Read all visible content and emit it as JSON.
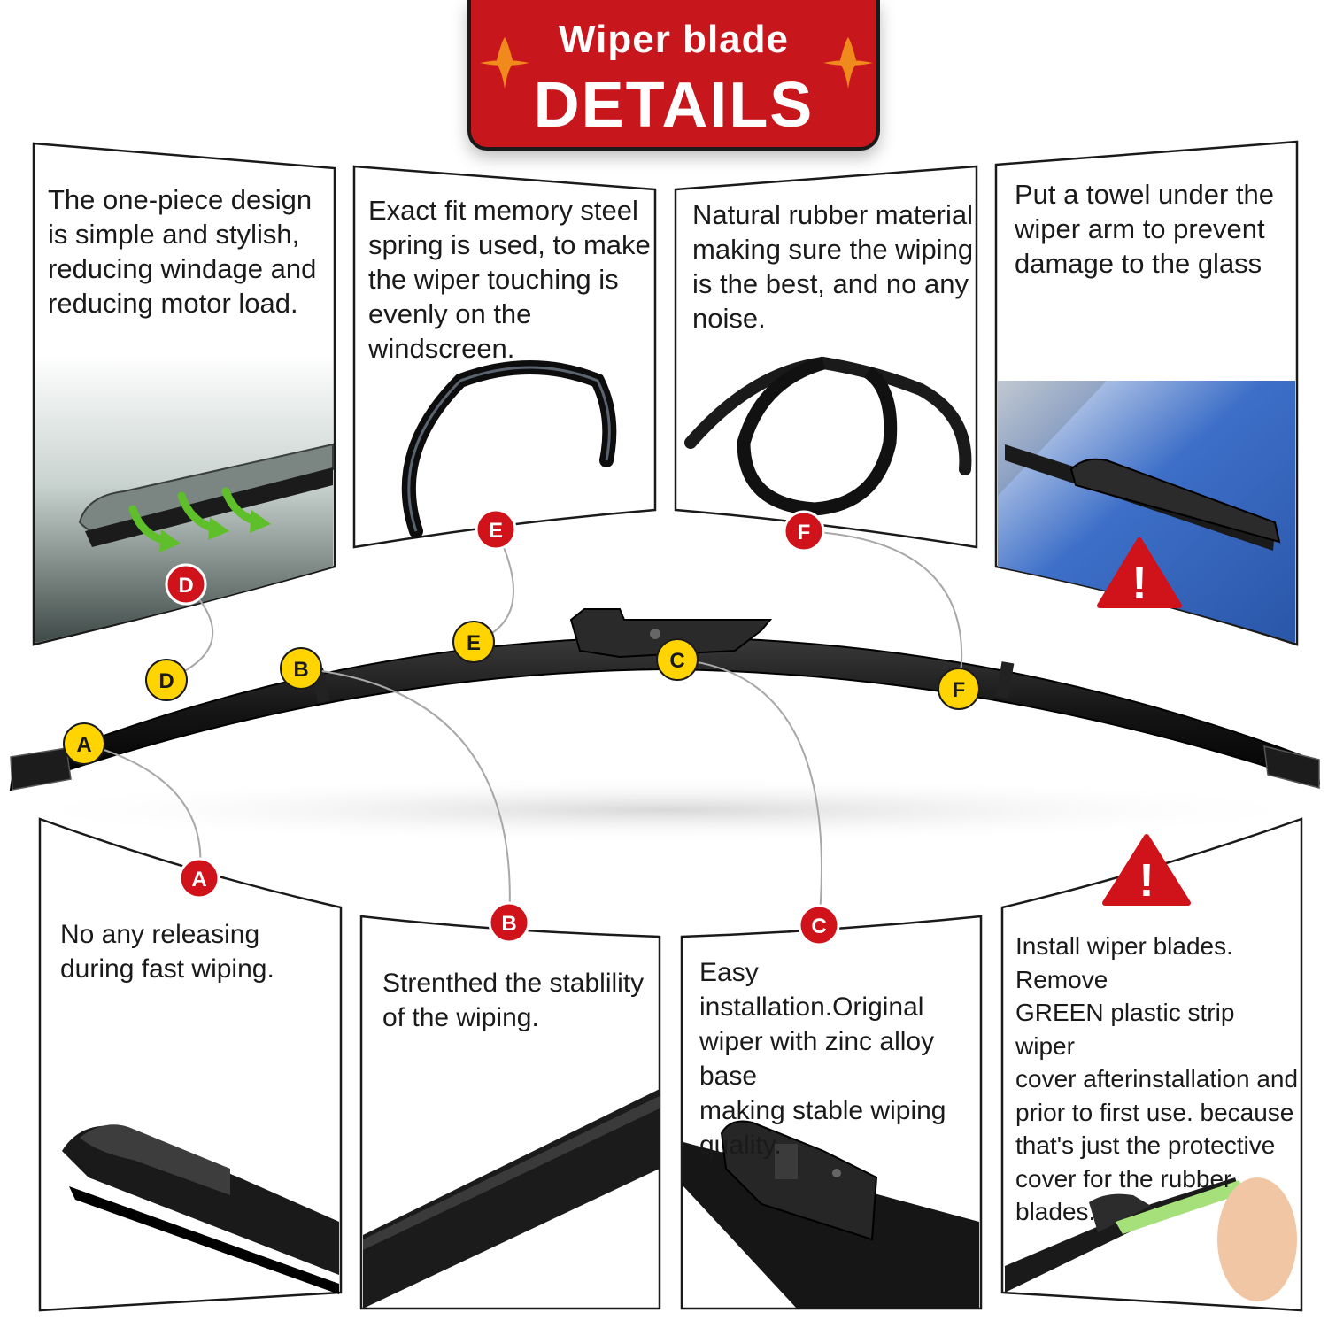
{
  "header": {
    "subtitle": "Wiper blade",
    "title": "DETAILS"
  },
  "panels": {
    "top": [
      {
        "id": "D",
        "text": "The one-piece design\nis simple and stylish,\nreducing windage and\nreducing motor load."
      },
      {
        "id": "E",
        "text": "Exact fit memory  steel\nspring is used, to make\nthe wiper touching is\nevenly on the windscreen."
      },
      {
        "id": "F",
        "text": "Natural rubber material\nmaking sure the wiping\nis the best, and no any\nnoise."
      },
      {
        "id": "warning-top",
        "text": "Put a towel under the\nwiper arm to prevent\ndamage to the glass"
      }
    ],
    "bottom": [
      {
        "id": "A",
        "text": "No any releasing\nduring fast wiping."
      },
      {
        "id": "B",
        "text": "Strenthed the stablility\nof the wiping."
      },
      {
        "id": "C",
        "text": "Easy installation.Original\nwiper with zinc alloy base\nmaking stable wiping\nquality."
      },
      {
        "id": "warning-bottom",
        "text": "Install wiper blades. Remove\nGREEN plastic strip wiper\ncover afterinstallation and\nprior to first use. because\nthat's just  the protective\ncover for the rubber blades."
      }
    ]
  },
  "markers": {
    "A": "A",
    "B": "B",
    "C": "C",
    "D": "D",
    "E": "E",
    "F": "F",
    "warning_symbol": "!"
  },
  "colors": {
    "brand_red": "#c8161d",
    "marker_red": "#d0121b",
    "marker_yellow": "#ffd400",
    "spark_orange": "#f08a1c",
    "blade_black": "#141414",
    "arrow_green": "#5fbf2a",
    "towel_blue": "#3d6fc8",
    "protective_strip_green": "#a6e07a"
  },
  "icons": {
    "warning": "warning-triangle-icon",
    "sparkle": "sparkle-icon",
    "arrow": "green-arrow-icon"
  }
}
